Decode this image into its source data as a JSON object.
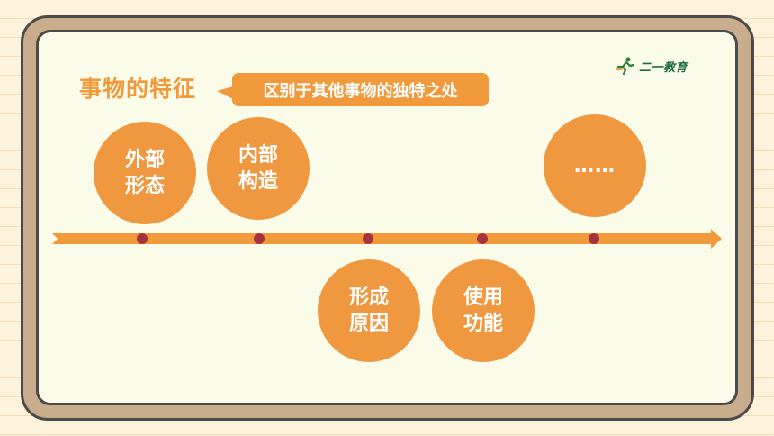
{
  "slide": {
    "logo_text": "二一教育",
    "title": "事物的特征",
    "callout": "区别于其他事物的独特之处"
  },
  "features": [
    {
      "label": "外部\n形态",
      "position": "above"
    },
    {
      "label": "内部\n构造",
      "position": "above"
    },
    {
      "label": "形成\n原因",
      "position": "below"
    },
    {
      "label": "使用\n功能",
      "position": "below"
    },
    {
      "label": "……",
      "position": "above"
    }
  ],
  "colors": {
    "accent": "#f09a3c",
    "dot": "#a8323c",
    "board": "#c9ac8b",
    "panel": "#fafbe8",
    "logo": "#1f6e3a"
  }
}
